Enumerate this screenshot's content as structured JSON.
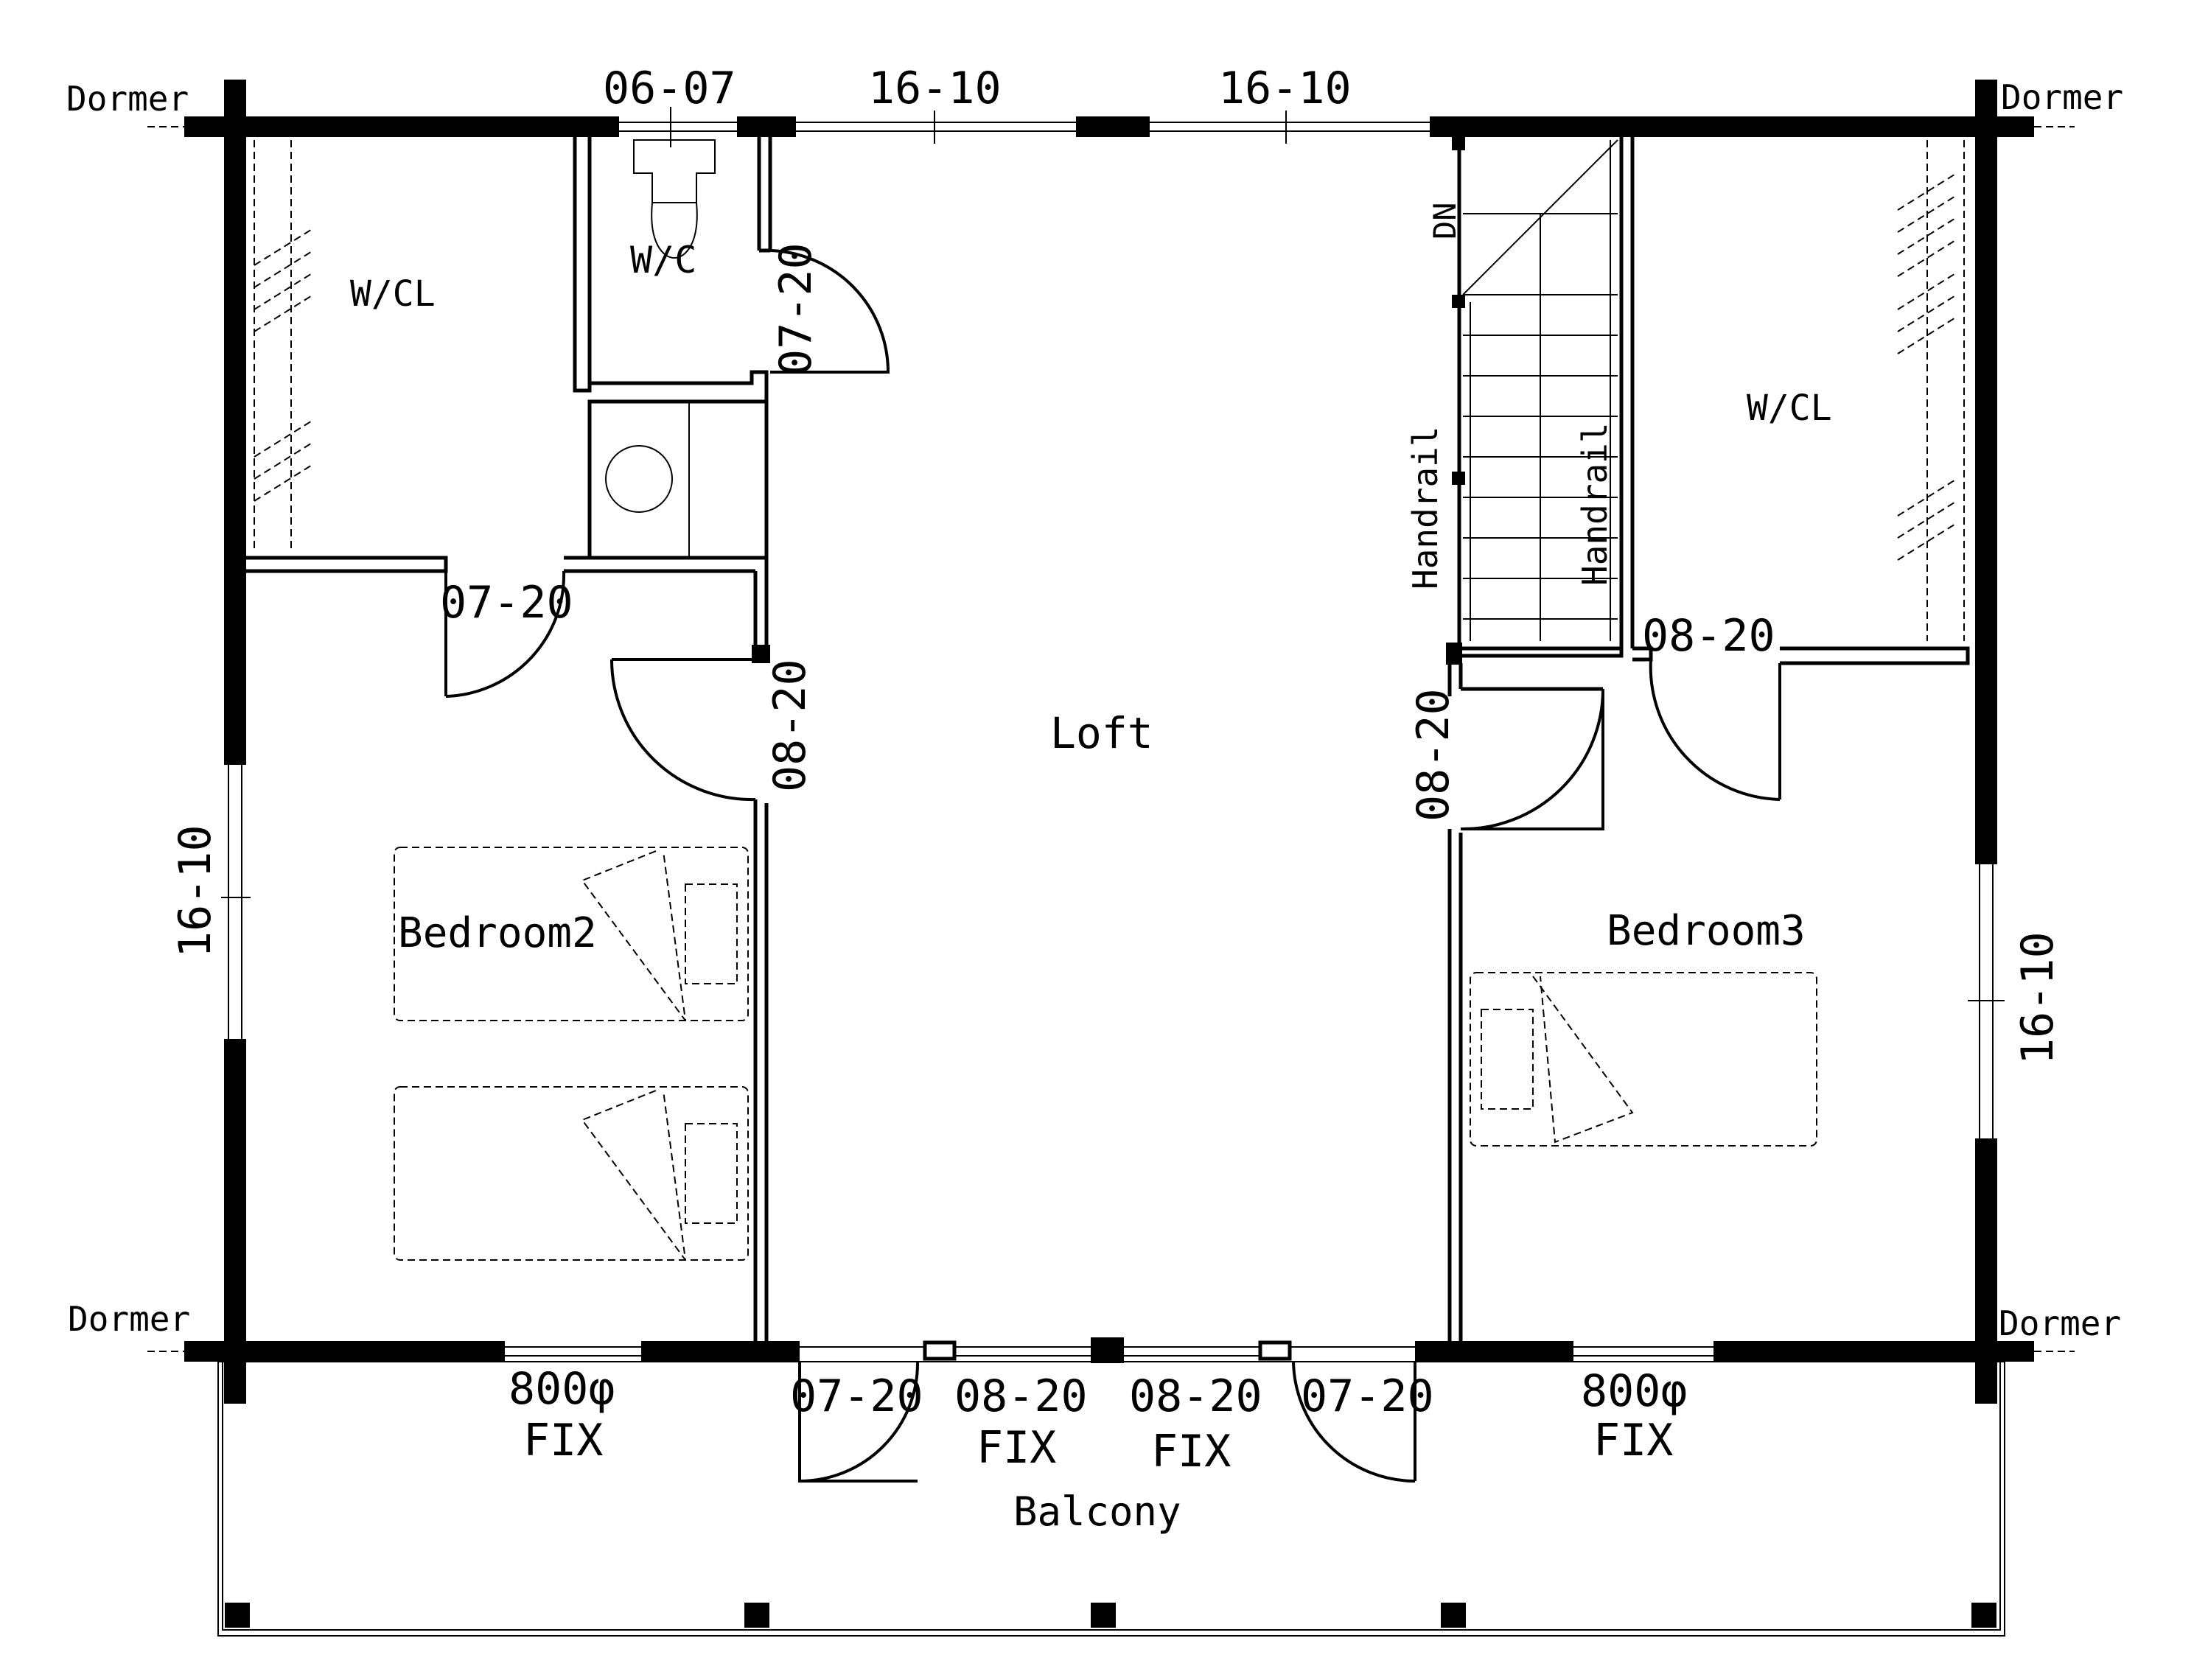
{
  "rooms": {
    "loft": "Loft",
    "bedroom2": "Bedroom2",
    "bedroom3": "Bedroom3",
    "balcony": "Balcony",
    "wcl_left": "W/CL",
    "wcl_right": "W/CL",
    "wc": "W/C"
  },
  "dormers": {
    "top_left": "Dormer",
    "top_right": "Dormer",
    "bottom_left": "Dormer",
    "bottom_right": "Dormer"
  },
  "stairs": {
    "dn": "DN",
    "handrail_left": "Handrail",
    "handrail_right": "Handrail"
  },
  "top_windows": {
    "wc_window": "06-07",
    "loft_window_1": "16-10",
    "loft_window_2": "16-10"
  },
  "side_windows": {
    "left": "16-10",
    "right": "16-10"
  },
  "interior_doors": {
    "wc_door": "07-20",
    "bedroom2_closet_door": "07-20",
    "bedroom2_door": "08-20",
    "bedroom3_door": "08-20",
    "bedroom3_closet_door": "08-20"
  },
  "balcony_openings": {
    "left_fix_size": "800φ",
    "left_fix_type": "FIX",
    "left_door": "07-20",
    "center_left_size": "08-20",
    "center_left_type": "FIX",
    "center_right_size": "08-20",
    "center_right_type": "FIX",
    "right_door": "07-20",
    "right_fix_size": "800φ",
    "right_fix_type": "FIX"
  }
}
